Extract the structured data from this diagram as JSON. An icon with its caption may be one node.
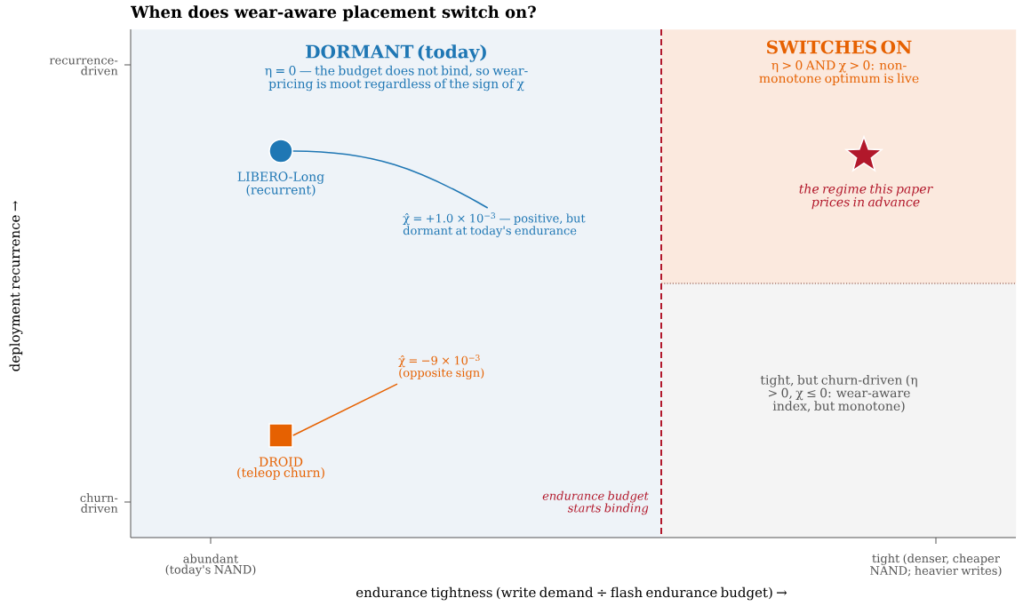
{
  "diagram": {
    "title": "When does wear-aware placement switch on?",
    "nodes": [
      {
        "text": [
          "DORMANT  (today)",
          "η = 0 — the budget does not bind, so wear-pricing is moot regardless of the sign of χ"
        ]
      },
      {
        "text": [
          "SWITCHES ON",
          "η > 0 AND χ > 0: non-monotone optimum is live"
        ]
      },
      {
        "text": [
          "tight, but churn-driven (η > 0, χ ≤ 0: wear-aware index, but monotone)"
        ]
      },
      {
        "text": [],
        "shape": "circle",
        "in": 0,
        "beside": [
          "LIBERO-Long (recurrent)"
        ]
      },
      {
        "text": [
          "χ̂ = +1.0 × 10$^{−3}$ — positive, but dormant at today's endurance"
        ],
        "in": 0
      },
      {
        "text": [],
        "shape": "box",
        "in": 0,
        "beside": [
          "DROID (teleop churn)"
        ]
      },
      {
        "text": [
          "χ̂ = −9 × 10$^{−3}$ (opposite sign)"
        ],
        "in": 0
      },
      {
        "text": [],
        "shape": "star",
        "in": 1,
        "beside": [
          "the regime this paper prices in advance"
        ]
      }
    ],
    "edges": [
      {
        "from": 4,
        "to": 3,
        "arrow": "none",
        "color": "#1f77b4"
      },
      {
        "from": 6,
        "to": 5,
        "arrow": "none",
        "color": "#e66101"
      }
    ],
    "labels": [
      "recurrence- driven",
      "churn- driven",
      "endurance budget starts binding",
      "abundant (today's NAND)",
      "tight (denser, cheaper NAND; heavier writes)",
      "deployment recurrence  →",
      "endurance tightness   (write demand ÷ flash endurance budget)  →"
    ]
  }
}
